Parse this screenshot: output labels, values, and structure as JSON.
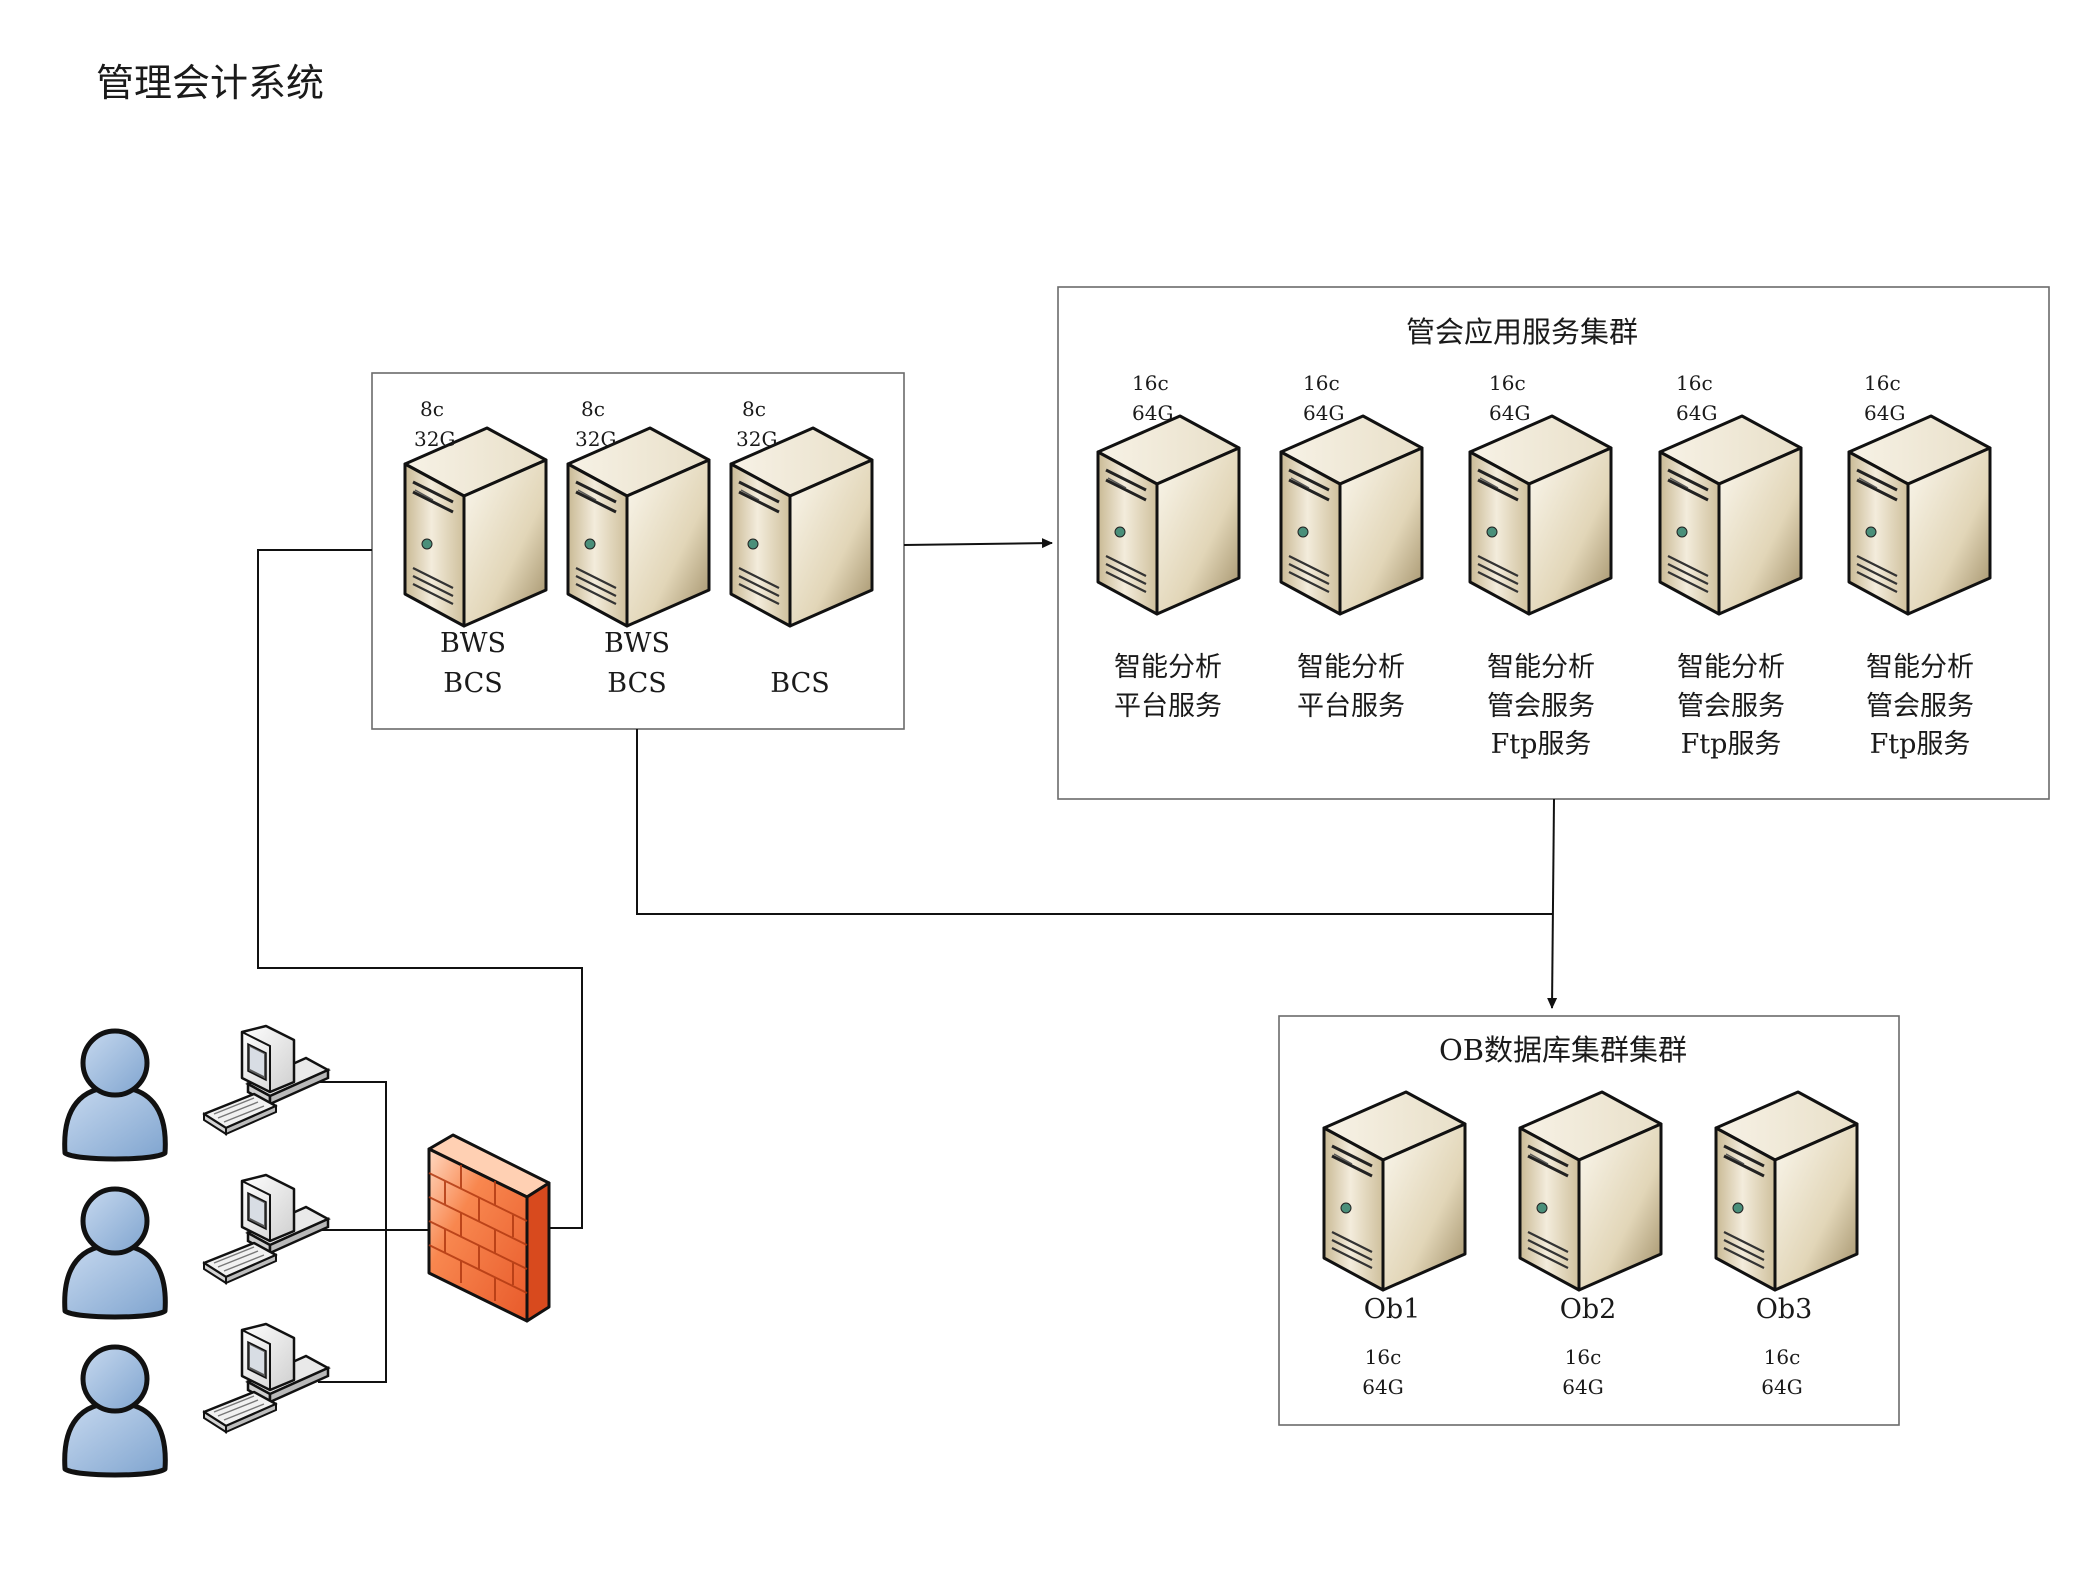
{
  "title": "管理会计系统",
  "front_group": {
    "servers": [
      {
        "spec": [
          "8c",
          "32G"
        ],
        "label": [
          "BWS",
          "BCS"
        ]
      },
      {
        "spec": [
          "8c",
          "32G"
        ],
        "label": [
          "BWS",
          "BCS"
        ]
      },
      {
        "spec": [
          "8c",
          "32G"
        ],
        "label": [
          "",
          "BCS"
        ]
      }
    ]
  },
  "app_cluster": {
    "title": "管会应用服务集群",
    "servers": [
      {
        "spec": [
          "16c",
          "64G"
        ],
        "label": [
          "智能分析",
          "平台服务",
          ""
        ]
      },
      {
        "spec": [
          "16c",
          "64G"
        ],
        "label": [
          "智能分析",
          "平台服务",
          ""
        ]
      },
      {
        "spec": [
          "16c",
          "64G"
        ],
        "label": [
          "智能分析",
          "管会服务",
          "Ftp服务"
        ]
      },
      {
        "spec": [
          "16c",
          "64G"
        ],
        "label": [
          "智能分析",
          "管会服务",
          "Ftp服务"
        ]
      },
      {
        "spec": [
          "16c",
          "64G"
        ],
        "label": [
          "智能分析",
          "管会服务",
          "Ftp服务"
        ]
      }
    ]
  },
  "db_cluster": {
    "title": "OB数据库集群集群",
    "servers": [
      {
        "label": "Ob1",
        "spec": [
          "16c",
          "64G"
        ]
      },
      {
        "label": "Ob2",
        "spec": [
          "16c",
          "64G"
        ]
      },
      {
        "label": "Ob3",
        "spec": [
          "16c",
          "64G"
        ]
      }
    ]
  },
  "icons": {
    "server": "server-tower-icon",
    "user": "user-icon",
    "workstation": "computer-workstation-icon",
    "firewall": "firewall-icon"
  },
  "colors": {
    "server_light": "#f4eee0",
    "server_dark": "#b8a680",
    "firewall": "#f26a3c",
    "user": "#8eb2dc"
  }
}
